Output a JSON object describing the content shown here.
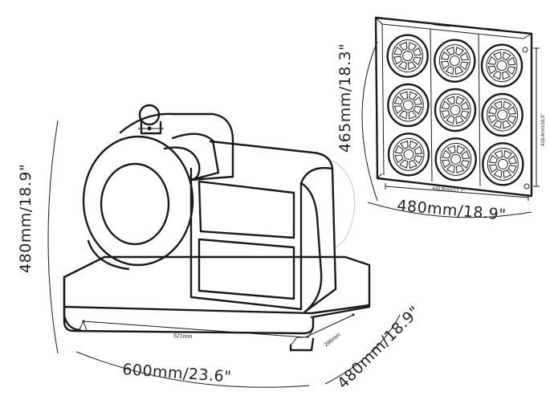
{
  "dimensions": {
    "machine_height": "480mm/18.9\"",
    "machine_width": "600mm/23.6\"",
    "machine_depth": "480mm/18.9\"",
    "base_width": "521mm",
    "base_depth": "296mm",
    "die_panel_height": "465mm/18.3\"",
    "die_panel_width": "480mm/18.9\"",
    "die_panel_inner_width": "448.8mm/17.7\"",
    "die_panel_inner_height": "418.4mm/16.5\""
  },
  "die_set": {
    "rows": 3,
    "columns": 3
  }
}
